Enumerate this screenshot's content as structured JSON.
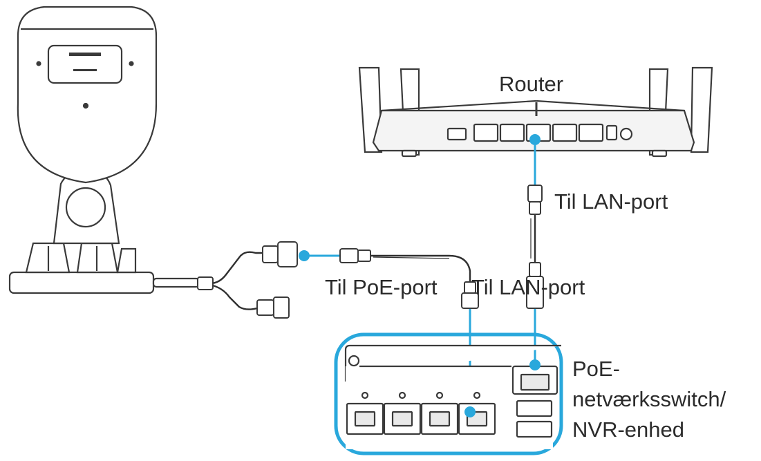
{
  "labels": {
    "router": "Router",
    "lan_port_top": "Til LAN-port",
    "poe_port": "Til PoE-port",
    "lan_port_bottom": "Til LAN-port",
    "switch_line1": "PoE-",
    "switch_line2": "netværksswitch/",
    "switch_line3": "NVR-enhed"
  },
  "colors": {
    "outline": "#3a3a3a",
    "cable": "#2f2f2f",
    "accent": "#29a8dc",
    "device_fill": "#ffffff",
    "shade": "#e9e9e9",
    "text": "#2b2b2b"
  },
  "icons": [
    "camera-icon",
    "router-icon",
    "poe-switch-icon",
    "ethernet-connector-icon"
  ]
}
